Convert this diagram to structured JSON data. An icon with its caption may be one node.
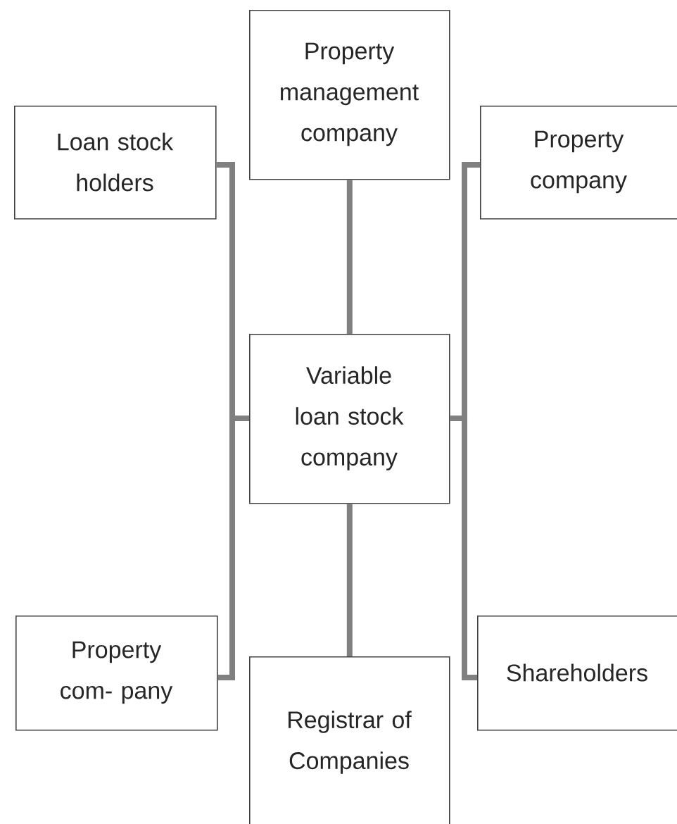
{
  "diagram": {
    "nodes": [
      {
        "text": [
          "Loan stock holders"
        ]
      },
      {
        "text": [
          "Property management company"
        ]
      },
      {
        "text": [
          "Property company"
        ]
      },
      {
        "text": [
          "Variable loan stock company"
        ]
      },
      {
        "text": [
          "Property com- pany"
        ]
      },
      {
        "text": [
          "Registrar of Companies"
        ]
      },
      {
        "text": [
          "Shareholders"
        ]
      }
    ],
    "edges": [
      {
        "from": 3,
        "to": 0,
        "arrow": "none"
      },
      {
        "from": 3,
        "to": 4,
        "arrow": "none"
      },
      {
        "from": 3,
        "to": 1,
        "arrow": "none"
      },
      {
        "from": 3,
        "to": 5,
        "arrow": "none"
      },
      {
        "from": 3,
        "to": 2,
        "arrow": "none"
      },
      {
        "from": 3,
        "to": 6,
        "arrow": "none"
      }
    ]
  }
}
